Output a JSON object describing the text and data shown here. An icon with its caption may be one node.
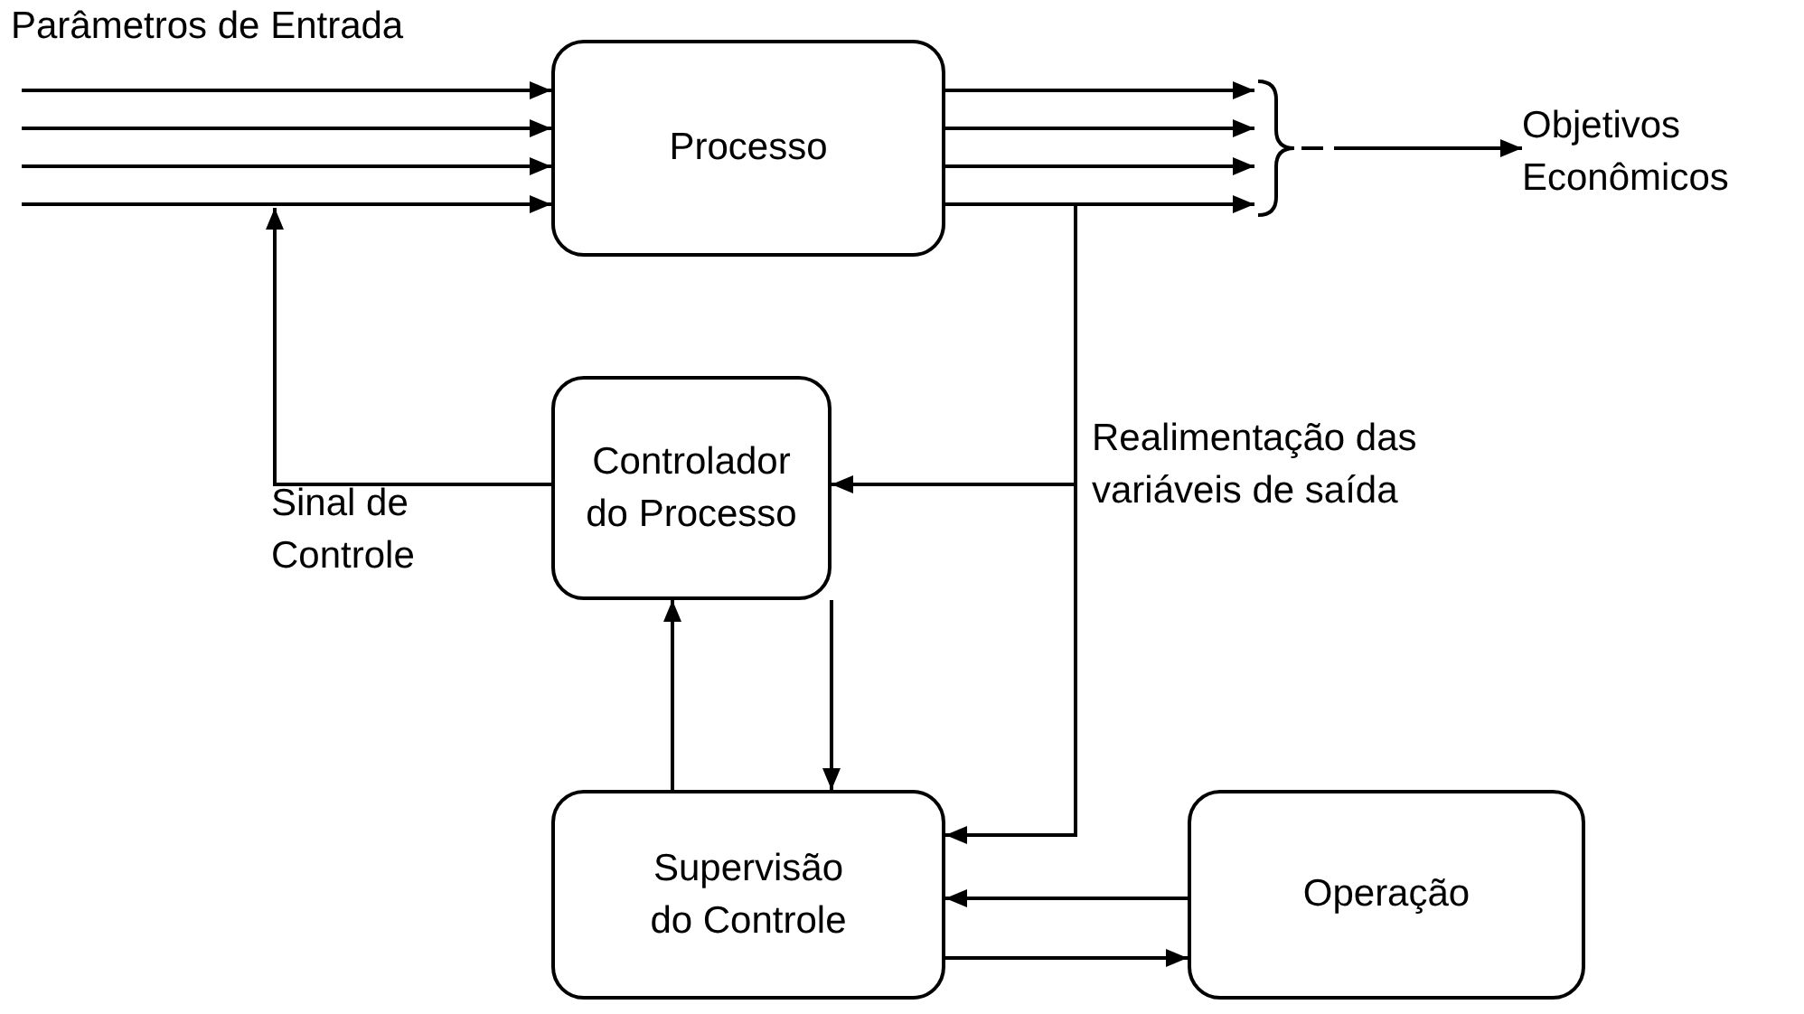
{
  "diagram": {
    "nodes": [
      {
        "text": [
          "Processo"
        ]
      },
      {
        "text": [
          "Controlador do Processo"
        ]
      },
      {
        "text": [
          "Supervisão do Controle"
        ]
      },
      {
        "text": [
          "Operação"
        ]
      },
      {
        "text": [
          "Objetivos Econômicos"
        ]
      },
      {
        "text": [],
        "shape": "brace"
      }
    ],
    "edges": [
      {
        "from": null,
        "to": 0,
        "arrow": "to"
      },
      {
        "from": null,
        "to": 0,
        "arrow": "to"
      },
      {
        "from": null,
        "to": 0,
        "arrow": "to"
      },
      {
        "from": null,
        "to": 0,
        "arrow": "to"
      },
      {
        "from": 0,
        "to": 5,
        "arrow": "to"
      },
      {
        "from": 0,
        "to": 5,
        "arrow": "to"
      },
      {
        "from": 0,
        "to": 5,
        "arrow": "to"
      },
      {
        "from": 0,
        "to": 5,
        "arrow": "to"
      },
      {
        "from": 5,
        "to": 4,
        "arrow": "to"
      },
      {
        "from": 0,
        "to": 1,
        "arrow": "to"
      },
      {
        "from": 0,
        "to": 2,
        "arrow": "to"
      },
      {
        "from": 1,
        "to": null,
        "arrow": "to"
      },
      {
        "from": 2,
        "to": 1,
        "arrow": "to"
      },
      {
        "from": 1,
        "to": 2,
        "arrow": "to"
      },
      {
        "from": 3,
        "to": 2,
        "arrow": "to"
      },
      {
        "from": 2,
        "to": 3,
        "arrow": "to"
      }
    ],
    "labels": [
      "Parâmetros de Entrada",
      "Realimentação das variáveis de saída",
      "Sinal de Controle"
    ]
  }
}
